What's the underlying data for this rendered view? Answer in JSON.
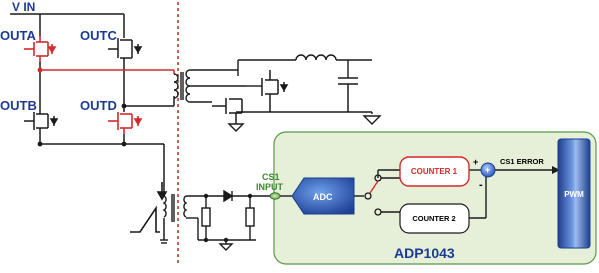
{
  "labels": {
    "vin": "V IN",
    "outa": "OUTA",
    "outb": "OUTB",
    "outc": "OUTC",
    "outd": "OUTD",
    "cs1_line1": "CS1",
    "cs1_line2": "INPUT",
    "adc": "ADC",
    "counter1": "COUNTER 1",
    "counter2": "COUNTER 2",
    "cs1_error": "CS1 ERROR",
    "pwm": "PWM",
    "chip": "ADP1043",
    "plus_top": "+",
    "minus": "-",
    "plus_summer": "+"
  },
  "colors": {
    "wire": "#1a1a1a",
    "highlight_red": "#d42a2a",
    "divider_red": "#c0392b",
    "panel_fill": "#e6efd8",
    "panel_stroke": "#5a9a4a",
    "label_blue": "#1c3a94",
    "label_green": "#3a8a2a"
  }
}
